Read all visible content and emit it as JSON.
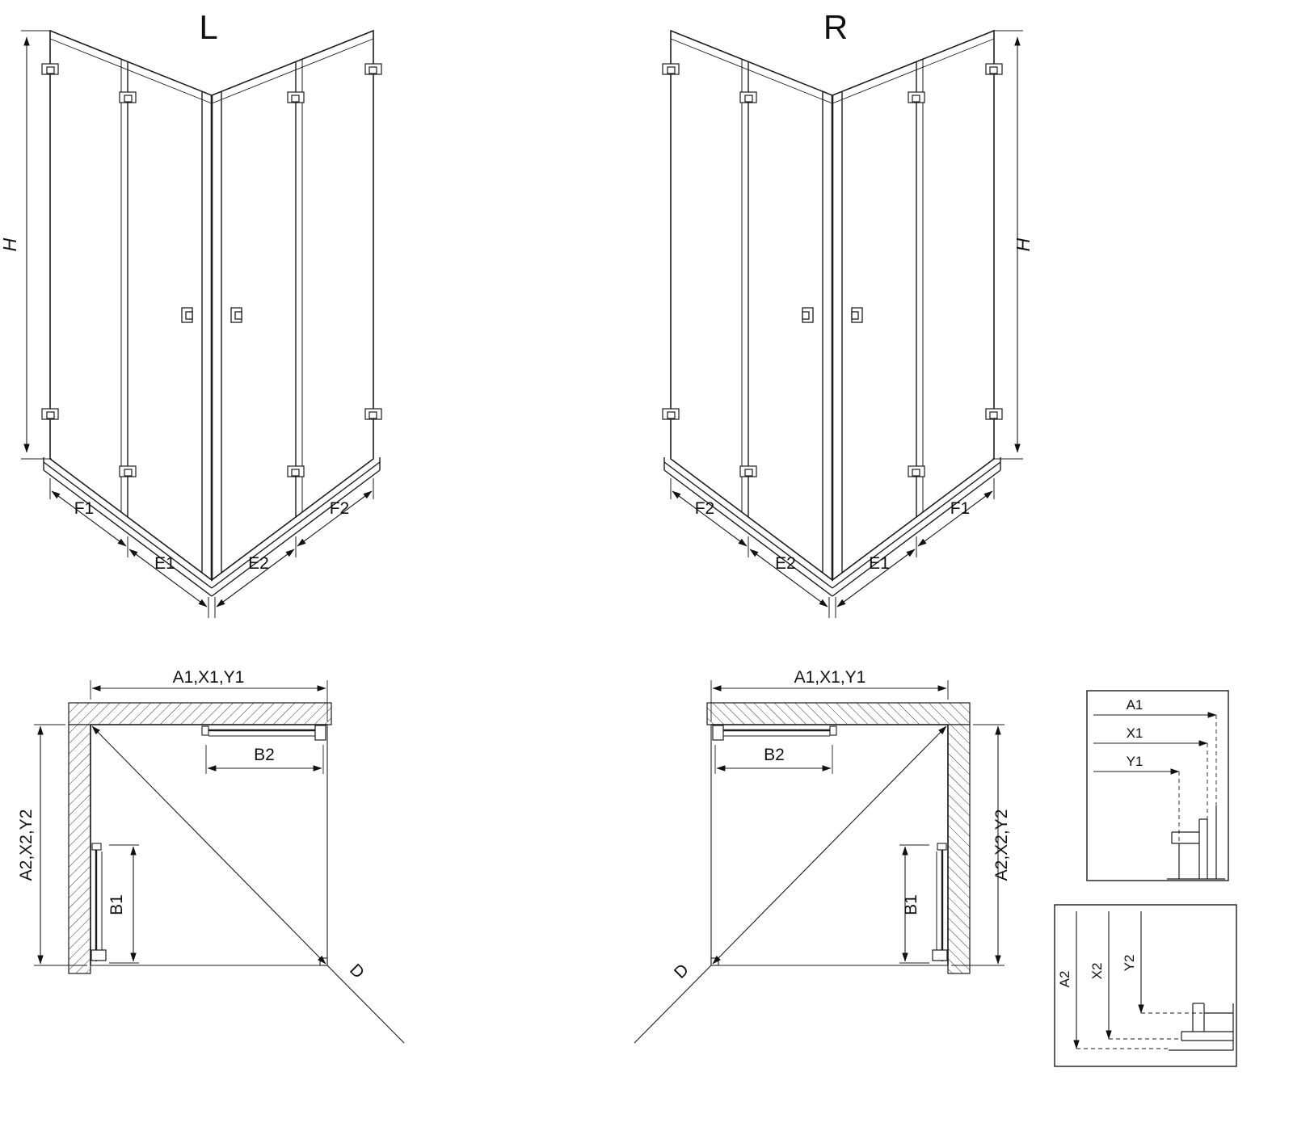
{
  "iso_left": {
    "title": "L",
    "h": "H",
    "f1": "F1",
    "e1": "E1",
    "e2": "E2",
    "f2": "F2"
  },
  "iso_right": {
    "title": "R",
    "h": "H",
    "f1": "F1",
    "e1": "E1",
    "e2": "E2",
    "f2": "F2"
  },
  "plan_left": {
    "top_dim": "A1,X1,Y1",
    "side_dim": "A2,X2,Y2",
    "b1": "B1",
    "b2": "B2",
    "d": "D"
  },
  "plan_right": {
    "top_dim": "A1,X1,Y1",
    "side_dim": "A2,X2,Y2",
    "b1": "B1",
    "b2": "B2",
    "d": "D"
  },
  "detail_width": {
    "a1": "A1",
    "x1": "X1",
    "y1": "Y1"
  },
  "detail_depth": {
    "a2": "A2",
    "x2": "X2",
    "y2": "Y2"
  }
}
